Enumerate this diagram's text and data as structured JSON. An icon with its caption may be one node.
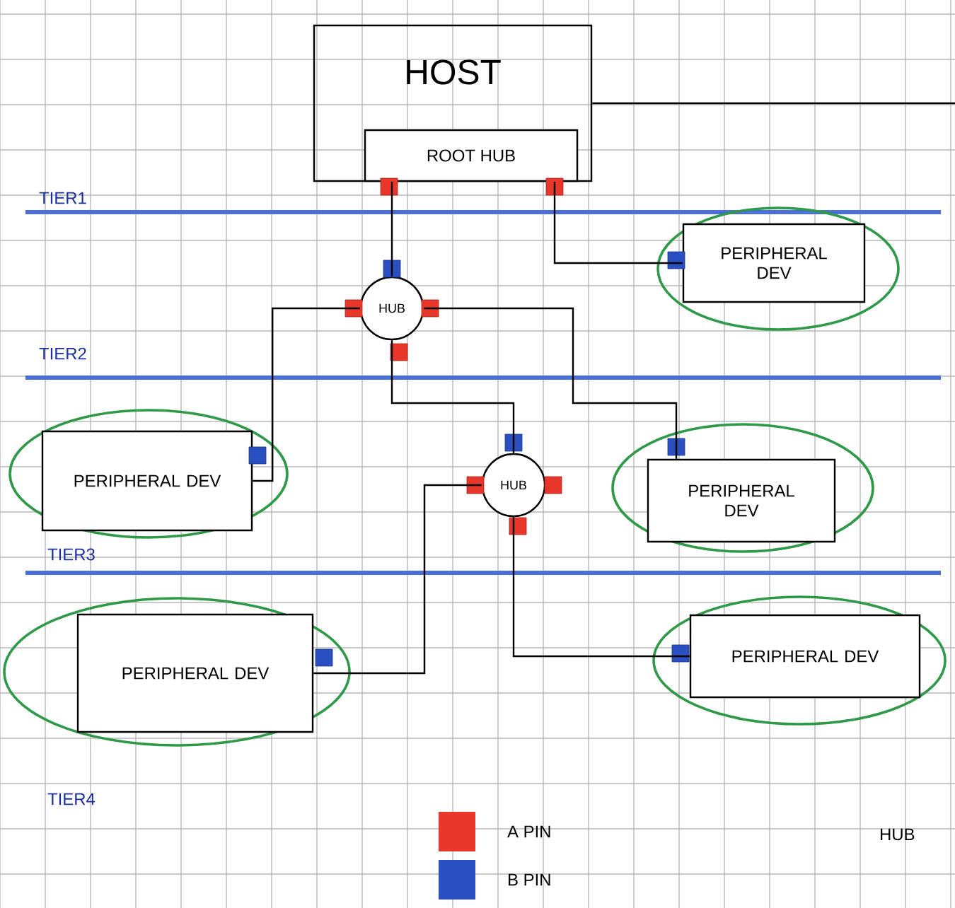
{
  "diagram": {
    "nodes": [
      {
        "text": [
          "HOST"
        ]
      },
      {
        "text": [
          "ROOT HUB"
        ],
        "in": 0
      },
      {
        "text": [
          "HUB"
        ]
      },
      {
        "text": [
          "PERIPHERAL DEV"
        ]
      },
      {
        "text": [
          "PERIPHERAL DEV"
        ]
      },
      {
        "text": [
          "HUB"
        ]
      },
      {
        "text": [
          "PERIPHERAL DEV"
        ]
      },
      {
        "text": [
          "PERIPHERAL DEV"
        ]
      },
      {
        "text": [
          "PERIPHERAL DEV"
        ]
      }
    ],
    "edges": [
      {
        "from": 0,
        "to": null,
        "arrow": "none"
      },
      {
        "from": 1,
        "to": 2,
        "arrow": "none"
      },
      {
        "from": 1,
        "to": 3,
        "arrow": "none"
      },
      {
        "from": 2,
        "to": 4,
        "arrow": "none"
      },
      {
        "from": 2,
        "to": 6,
        "arrow": "none"
      },
      {
        "from": 2,
        "to": 5,
        "arrow": "none"
      },
      {
        "from": 5,
        "to": 7,
        "arrow": "none"
      },
      {
        "from": 5,
        "to": 8,
        "arrow": "none"
      }
    ],
    "labels": [
      "TIER1",
      "TIER2",
      "TIER3",
      "TIER4",
      "HUB"
    ],
    "legend": [
      {
        "text": "A PIN",
        "color": "#e8362a"
      },
      {
        "text": "B PIN",
        "color": "#2a4fc0"
      }
    ]
  }
}
